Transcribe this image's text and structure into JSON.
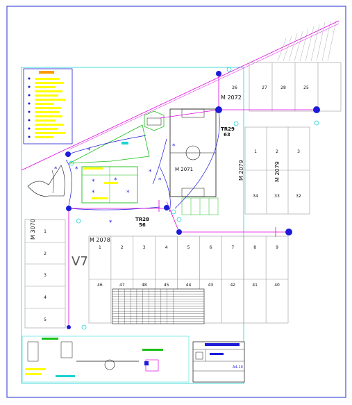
{
  "colors": {
    "frame": "#1f2fd0",
    "site": "#19d3d3",
    "grid": "#9a9a9a",
    "magenta": "#e000e0",
    "blue": "#1b1bd8",
    "green": "#19c019",
    "yellow": "#ffff00",
    "orange": "#ff9900",
    "text": "#111111"
  },
  "labels": {
    "zone_top_right": "M 2072",
    "zone_field": "M 2071",
    "zone_right": "M 2079",
    "zone_left": "M 3070",
    "zone_center": "M 2078",
    "road": "V7",
    "tr_upper_name": "TR29",
    "tr_upper_num": "63",
    "tr_lower_name": "TR28",
    "tr_lower_num": "56",
    "title_block_ref": "A4-10"
  },
  "lots": {
    "top_right_row": [
      "26",
      "27",
      "28",
      "25"
    ],
    "right_upper": [
      "1",
      "2",
      "3"
    ],
    "right_lower": [
      "34",
      "33",
      "32"
    ],
    "left_column": [
      "1",
      "2",
      "3",
      "4",
      "5"
    ],
    "center_top": [
      "1",
      "2",
      "3",
      "4",
      "5",
      "6",
      "7",
      "8",
      "9"
    ],
    "center_bottom": [
      "46",
      "47",
      "48",
      "45",
      "44",
      "43",
      "42",
      "41",
      "40"
    ]
  }
}
